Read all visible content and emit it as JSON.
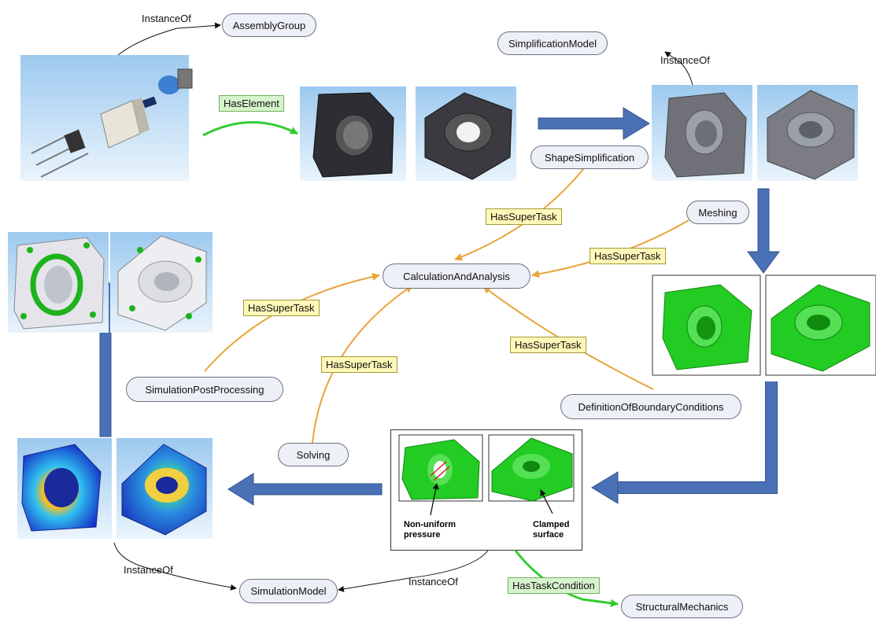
{
  "nodes": {
    "assembly_group": "AssemblyGroup",
    "simplification_model": "SimplificationModel",
    "shape_simplification": "ShapeSimplification",
    "meshing": "Meshing",
    "calculation": "CalculationAndAnalysis",
    "simulation_post": "SimulationPostProcessing",
    "solving": "Solving",
    "boundary_conditions": "DefinitionOfBoundaryConditions",
    "simulation_model": "SimulationModel",
    "structural_mechanics": "StructuralMechanics"
  },
  "relations": {
    "instance_of": "InstanceOf",
    "has_element": "HasElement",
    "has_super_task": "HasSuperTask",
    "has_task_condition": "HasTaskCondition"
  },
  "condition_labels": {
    "pressure_line1": "Non-uniform",
    "pressure_line2": "pressure",
    "clamped_line1": "Clamped",
    "clamped_line2": "surface"
  },
  "colors": {
    "flow_arrow": "#4a70b5",
    "super_task_line": "#e9a43a",
    "has_element_line": "#33cc33",
    "mesh_green": "#22cc22",
    "node_fill": "#eef0f7"
  }
}
